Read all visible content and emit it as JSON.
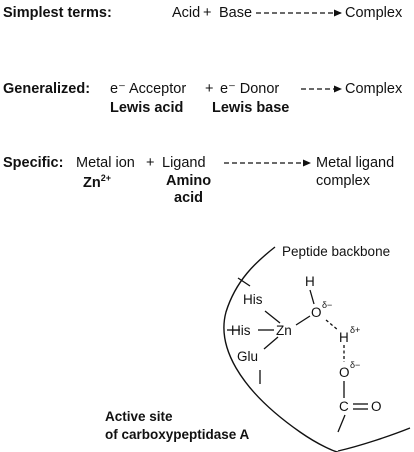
{
  "simplest": {
    "label": "Simplest terms:",
    "acid": "Acid",
    "plus": "+",
    "base": "Base",
    "product": "Complex"
  },
  "generalized": {
    "label": "Generalized:",
    "acceptor": "e⁻ Acceptor",
    "plus": "+",
    "donor": "e⁻ Donor",
    "product": "Complex",
    "lewis_acid": "Lewis acid",
    "lewis_base": "Lewis base"
  },
  "specific": {
    "label": "Specific:",
    "metal_ion": "Metal ion",
    "zn": "Zn",
    "zn_charge": "2+",
    "plus": "+",
    "ligand": "Ligand",
    "amino_1": "Amino",
    "amino_2": "acid",
    "product_1": "Metal ligand",
    "product_2": "complex"
  },
  "active_site": {
    "backbone_label": "Peptide backbone",
    "his_1": "His",
    "his_2": "His",
    "glu": "Glu",
    "zn": "Zn",
    "o_water": "O",
    "delta_minus_1": "δ−",
    "h_top": "H",
    "h_bridge": "H",
    "delta_plus": "δ+",
    "o_carboxyl": "O",
    "delta_minus_2": "δ−",
    "carbonyl_c": "C",
    "carbonyl_o": "O",
    "caption_1": "Active site",
    "caption_2": "of carboxypeptidase A"
  }
}
